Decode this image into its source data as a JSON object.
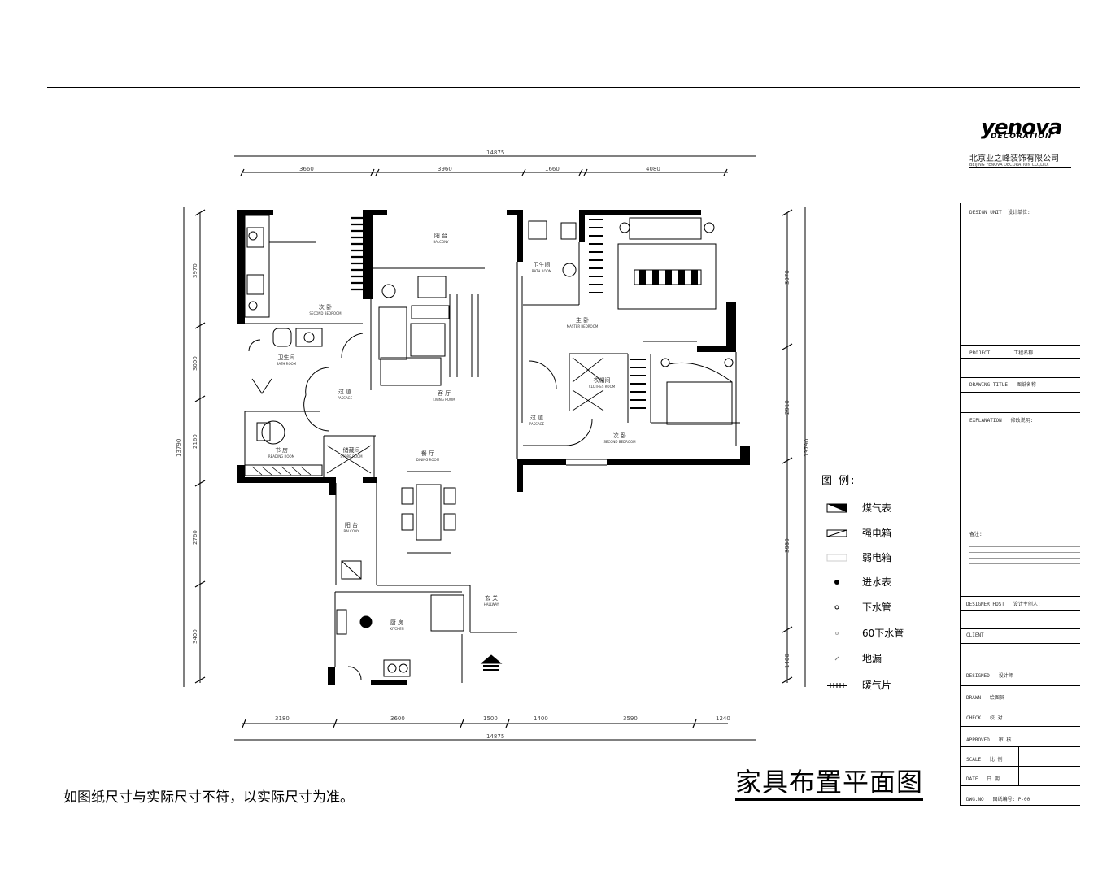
{
  "logo": {
    "brand": "yenova",
    "sub": "DECORATION"
  },
  "company": {
    "name": "北京业之峰装饰有限公司",
    "name_en": "BEIJING YENOVA DECORATION CO.,LTD."
  },
  "title_block": {
    "design_unit_label": "DESIGN UNIT",
    "design_unit_cn": "设计单位:",
    "project_label": "PROJECT",
    "project_value": "工程名称",
    "drawing_title_label": "DRAWING TITLE",
    "drawing_title_value": "图纸名称",
    "explanation_label": "EXPLANATION",
    "explanation_value": "修改说明:",
    "notes_label": "备注:",
    "designer_host_label": "DESIGNER HOST",
    "designer_host_value": "设计主创人:",
    "client_label": "CLIENT",
    "rows": [
      {
        "label": "DESIGNED",
        "value": "设计师"
      },
      {
        "label": "DRAWN",
        "value": "绘图员"
      },
      {
        "label": "CHECK",
        "value": "校 对"
      },
      {
        "label": "APPROVED",
        "value": "审 核"
      },
      {
        "label": "SCALE",
        "value": "比 例"
      },
      {
        "label": "DATE",
        "value": "日 期"
      },
      {
        "label": "DWG.NO",
        "value": "图纸编号: P-00"
      }
    ]
  },
  "legend": {
    "title": "图 例:",
    "items": [
      {
        "label": "煤气表",
        "icon": "gas-meter-icon"
      },
      {
        "label": "强电箱",
        "icon": "strong-power-box-icon"
      },
      {
        "label": "弱电箱",
        "icon": "weak-power-box-icon"
      },
      {
        "label": "进水表",
        "icon": "water-meter-icon"
      },
      {
        "label": "下水管",
        "icon": "drain-pipe-icon"
      },
      {
        "label": "60下水管",
        "icon": "drain-60-icon"
      },
      {
        "label": "地漏",
        "icon": "floor-drain-icon"
      },
      {
        "label": "暖气片",
        "icon": "radiator-icon"
      }
    ]
  },
  "plan": {
    "dims_top_total": "14875",
    "dims_top": [
      "3660",
      "3960",
      "1660",
      "4080"
    ],
    "dims_bottom": [
      "3180",
      "3600",
      "1500",
      "1400",
      "3590",
      "1240"
    ],
    "dims_bottom_total": "14875",
    "dims_left": [
      "3970",
      "3000",
      "2160",
      "2760",
      "3400"
    ],
    "dims_left_total": "13790",
    "dims_right": [
      "3970",
      "2910",
      "3950",
      "1400"
    ],
    "dims_right_total": "13790",
    "rooms": [
      {
        "cn": "阳 台",
        "en": "BALCONY"
      },
      {
        "cn": "次 卧",
        "en": "SECOND BEDROOM"
      },
      {
        "cn": "卫生间",
        "en": "BATH ROOM"
      },
      {
        "cn": "卫生间",
        "en": "BATH ROOM"
      },
      {
        "cn": "主 卧",
        "en": "MASTER BEDROOM"
      },
      {
        "cn": "过 道",
        "en": "PASSAGE"
      },
      {
        "cn": "客 厅",
        "en": "LIVING ROOM"
      },
      {
        "cn": "衣帽间",
        "en": "CLOTHES ROOM"
      },
      {
        "cn": "过 道",
        "en": "PASSAGE"
      },
      {
        "cn": "次 卧",
        "en": "SECOND BEDROOM"
      },
      {
        "cn": "书 房",
        "en": "READING ROOM"
      },
      {
        "cn": "储藏间",
        "en": "STORE ROOM"
      },
      {
        "cn": "餐 厅",
        "en": "DINING ROOM"
      },
      {
        "cn": "阳 台",
        "en": "BALCONY"
      },
      {
        "cn": "厨 房",
        "en": "KITCHEN"
      },
      {
        "cn": "玄 关",
        "en": "HALLWAY"
      }
    ]
  },
  "drawing_title": "家具布置平面图",
  "footnote": "如图纸尺寸与实际尺寸不符，以实际尺寸为准。"
}
